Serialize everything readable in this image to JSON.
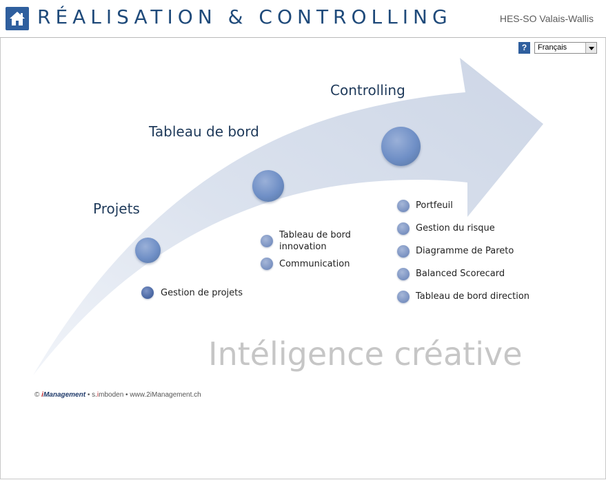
{
  "header": {
    "title": "RÉALISATION & CONTROLLING",
    "school": "HES-SO Valais-Wallis",
    "home_icon": "home-icon"
  },
  "controls": {
    "help_label": "?",
    "language": "Français"
  },
  "stages": {
    "projets": {
      "title": "Projets",
      "items": [
        "Gestion de projets"
      ]
    },
    "tableau": {
      "title": "Tableau de bord",
      "items": [
        "Tableau de bord innovation",
        "Communication"
      ]
    },
    "controlling": {
      "title": "Controlling",
      "items": [
        "Portfeuil",
        "Gestion du risque",
        "Diagramme de Pareto",
        "Balanced Scorecard",
        "Tableau de bord direction"
      ]
    }
  },
  "tagline": "Intéligence créative",
  "footer": {
    "copyright_symbol": "©",
    "brand_prefix": "i",
    "brand_rest": "Management",
    "sep1": " • s.",
    "author_accent": "i",
    "author_rest": "mboden • www.2iManagement.ch"
  },
  "colors": {
    "accent": "#2f5f9e",
    "arrow": "#d6dde9",
    "bubble": "#6f8fc6",
    "tagline": "#c6c6c6"
  }
}
